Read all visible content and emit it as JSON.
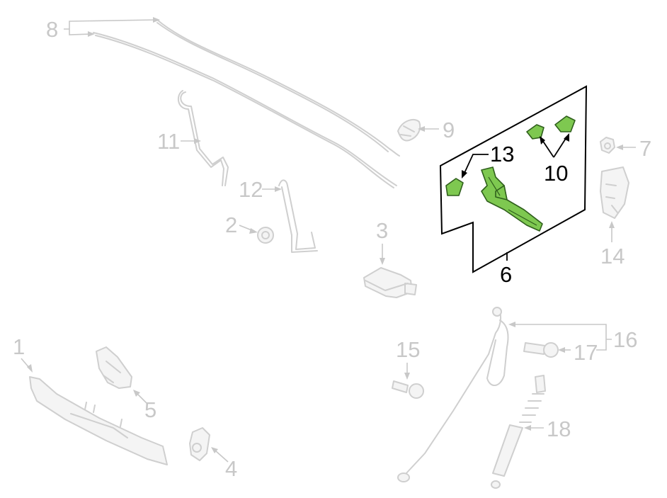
{
  "diagram": {
    "labels": {
      "l1": "1",
      "l2": "2",
      "l3": "3",
      "l4": "4",
      "l5": "5",
      "l6": "6",
      "l7": "7",
      "l8": "8",
      "l9": "9",
      "l10": "10",
      "l11": "11",
      "l12": "12",
      "l13": "13",
      "l14": "14",
      "l15": "15",
      "l16": "16",
      "l17": "17",
      "l18": "18"
    },
    "colors": {
      "highlight_part": "#7ec850",
      "ghost_part": "#cfcfcf",
      "callout_active": "#000000",
      "callout_inactive": "#c8c8c8"
    }
  }
}
